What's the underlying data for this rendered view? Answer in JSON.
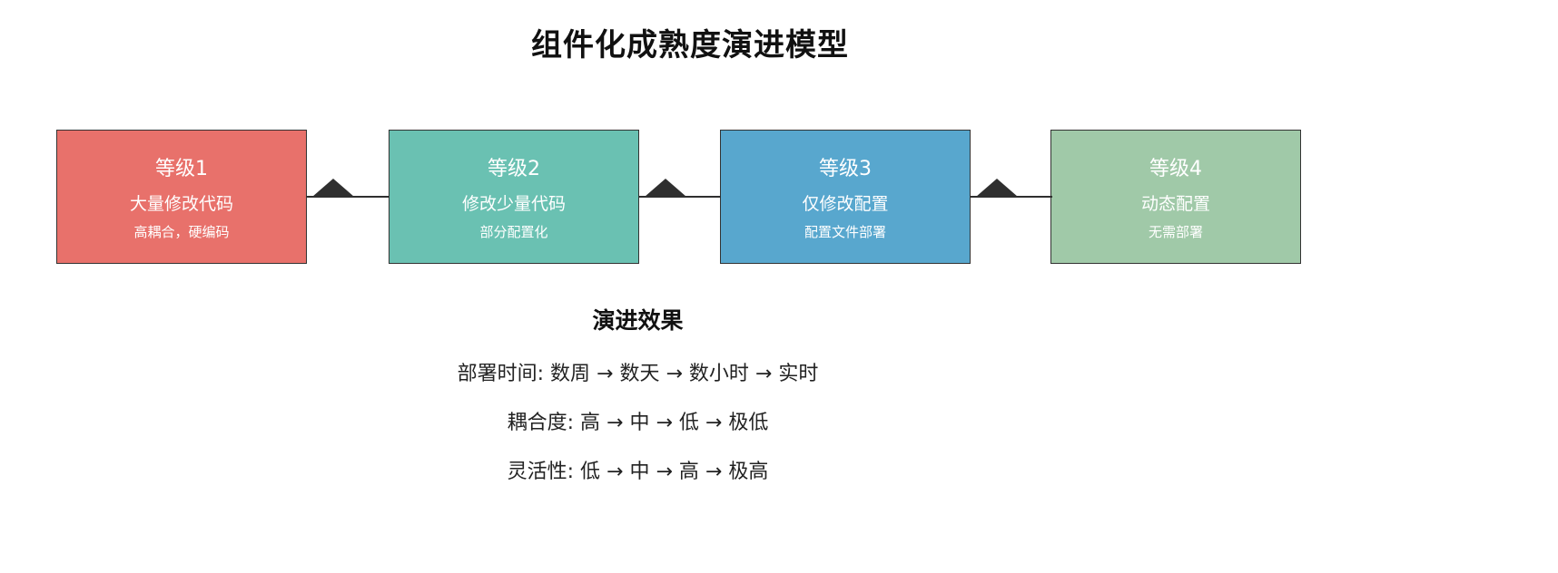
{
  "title": "组件化成熟度演进模型",
  "levels": [
    {
      "name": "等级1",
      "desc": "大量修改代码",
      "sub": "高耦合，硬编码",
      "color": "#e8716b"
    },
    {
      "name": "等级2",
      "desc": "修改少量代码",
      "sub": "部分配置化",
      "color": "#6ac1b2"
    },
    {
      "name": "等级3",
      "desc": "仅修改配置",
      "sub": "配置文件部署",
      "color": "#58a7ce"
    },
    {
      "name": "等级4",
      "desc": "动态配置",
      "sub": "无需部署",
      "color": "#a0c9a8"
    }
  ],
  "arrow_color": "#2f2f2f",
  "effects": {
    "heading": "演进效果",
    "lines": [
      "部署时间: 数周 → 数天 → 数小时 → 实时",
      "耦合度: 高 → 中 → 低 → 极低",
      "灵活性: 低 → 中 → 高 → 极高"
    ]
  }
}
